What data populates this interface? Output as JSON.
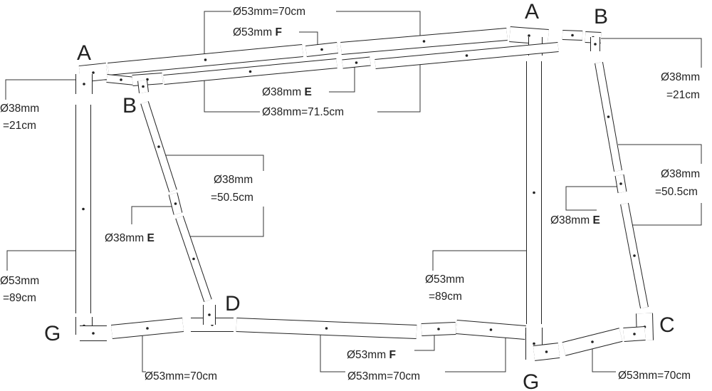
{
  "joints": {
    "A": "A",
    "B": "B",
    "C": "C",
    "D": "D",
    "G": "G"
  },
  "labels": {
    "top_53_70": "Ø53mm=70cm",
    "top_53_f": "Ø53mm ",
    "top_38_e": "Ø38mm ",
    "top_38_715": "Ø38mm=71.5cm",
    "left_38": "Ø38mm",
    "left_21": "=21cm",
    "right_38": "Ø38mm",
    "right_21": "=21cm",
    "mid_38": "Ø38mm",
    "mid_505": "=50.5cm",
    "mid_38_e": "Ø38mm ",
    "left_53": "Ø53mm",
    "left_89": "=89cm",
    "center_53": "Ø53mm",
    "center_89": "=89cm",
    "right_diag_38": "Ø38mm",
    "right_diag_505": "=50.5cm",
    "right_38_e": "Ø38mm ",
    "bottom_53_f": "Ø53mm ",
    "bottom_left_53_70": "Ø53mm=70cm",
    "bottom_mid_53_70": "Ø53mm=70cm",
    "bottom_right_53_70": "Ø53mm=70cm"
  },
  "connector_codes": {
    "E": "E",
    "F": "F"
  }
}
